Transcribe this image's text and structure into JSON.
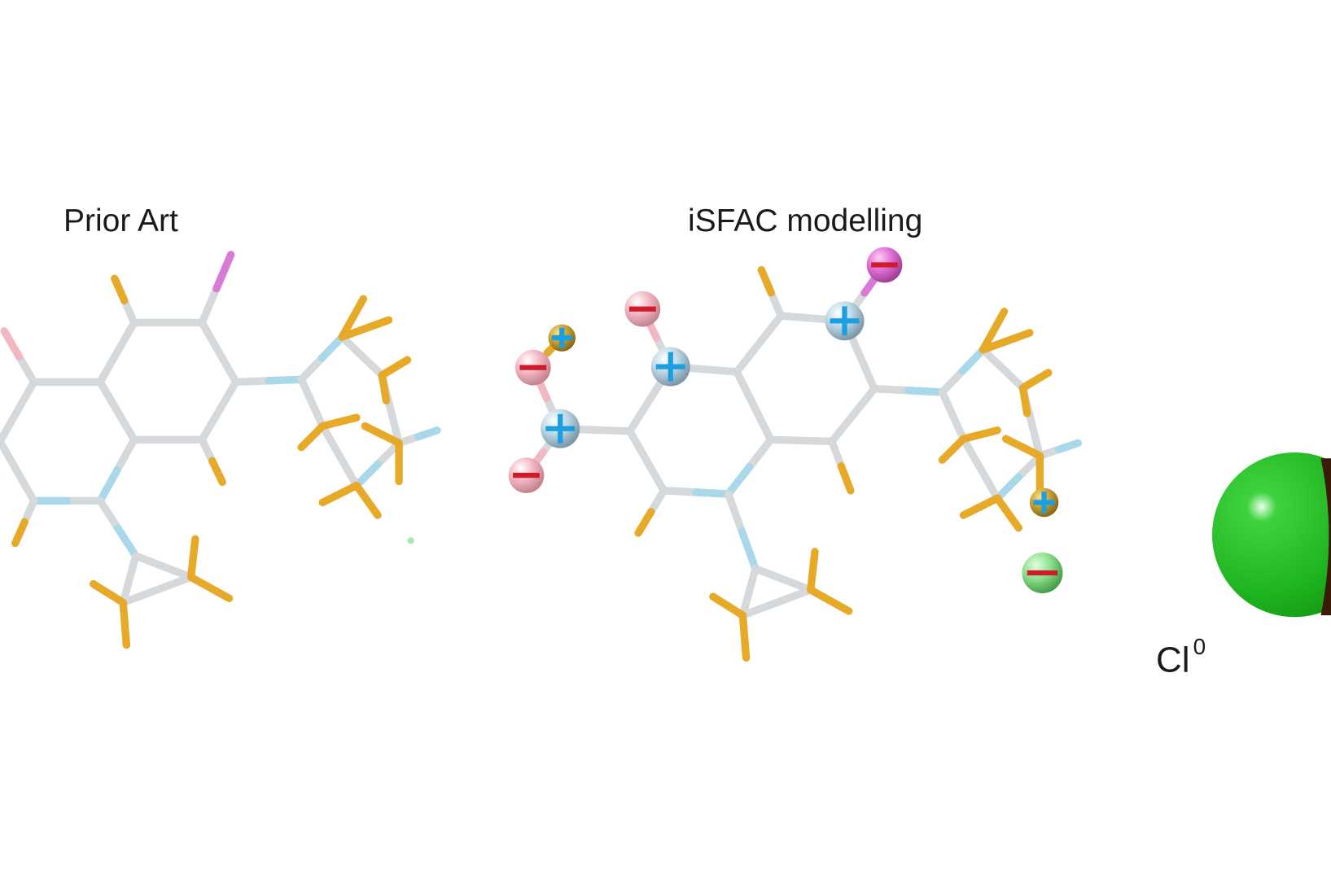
{
  "panels": [
    {
      "title": "Prior Art"
    },
    {
      "title": "iSFAC modelling"
    }
  ],
  "chlorine_label": {
    "element": "Cl",
    "charge": "0"
  },
  "charge_symbols": {
    "positive": "+",
    "negative": "−"
  },
  "colors": {
    "bond": "#d6d9dc",
    "hydrogen": "#e6a928",
    "nitrogen": "#a8d8ea",
    "fluorine": "#d97ad6",
    "oxygen": "#f1b8c4",
    "positive_charge": "#1aa0e0",
    "negative_charge": "#d01c2a",
    "chlorine": "#22bb22"
  }
}
